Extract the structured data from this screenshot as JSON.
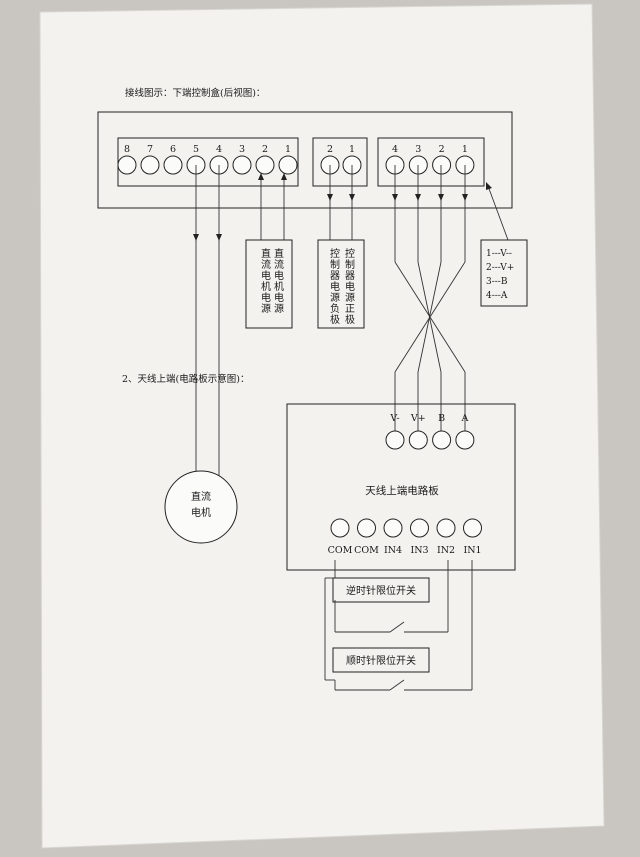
{
  "page": {
    "heading": "接线图示：下端控制盒(后视图)：",
    "section2": "2、天线上端(电路板示意图)："
  },
  "control_box": {
    "group1_pins": [
      "8",
      "7",
      "6",
      "5",
      "4",
      "3",
      "2",
      "1"
    ],
    "group2_pins": [
      "2",
      "1"
    ],
    "group3_pins": [
      "4",
      "3",
      "2",
      "1"
    ]
  },
  "labels": {
    "motor_power": "直流电机电源",
    "motor_power_2": "直流电机电源",
    "ctrl_power_pos": "控制器电源正极",
    "ctrl_power_neg": "控制器电源负极",
    "legend": [
      "1---V--",
      "2---V+",
      "3---B",
      "4---A"
    ]
  },
  "motor": {
    "line1": "直流",
    "line2": "电机"
  },
  "board": {
    "title": "天线上端电路板",
    "top_pins": [
      "V-",
      "V+",
      "B",
      "A"
    ],
    "bottom_pins": [
      "COM",
      "COM",
      "IN4",
      "IN3",
      "IN2",
      "IN1"
    ]
  },
  "switches": {
    "ccw": "逆时针限位开关",
    "cw": "顺时针限位开关"
  }
}
